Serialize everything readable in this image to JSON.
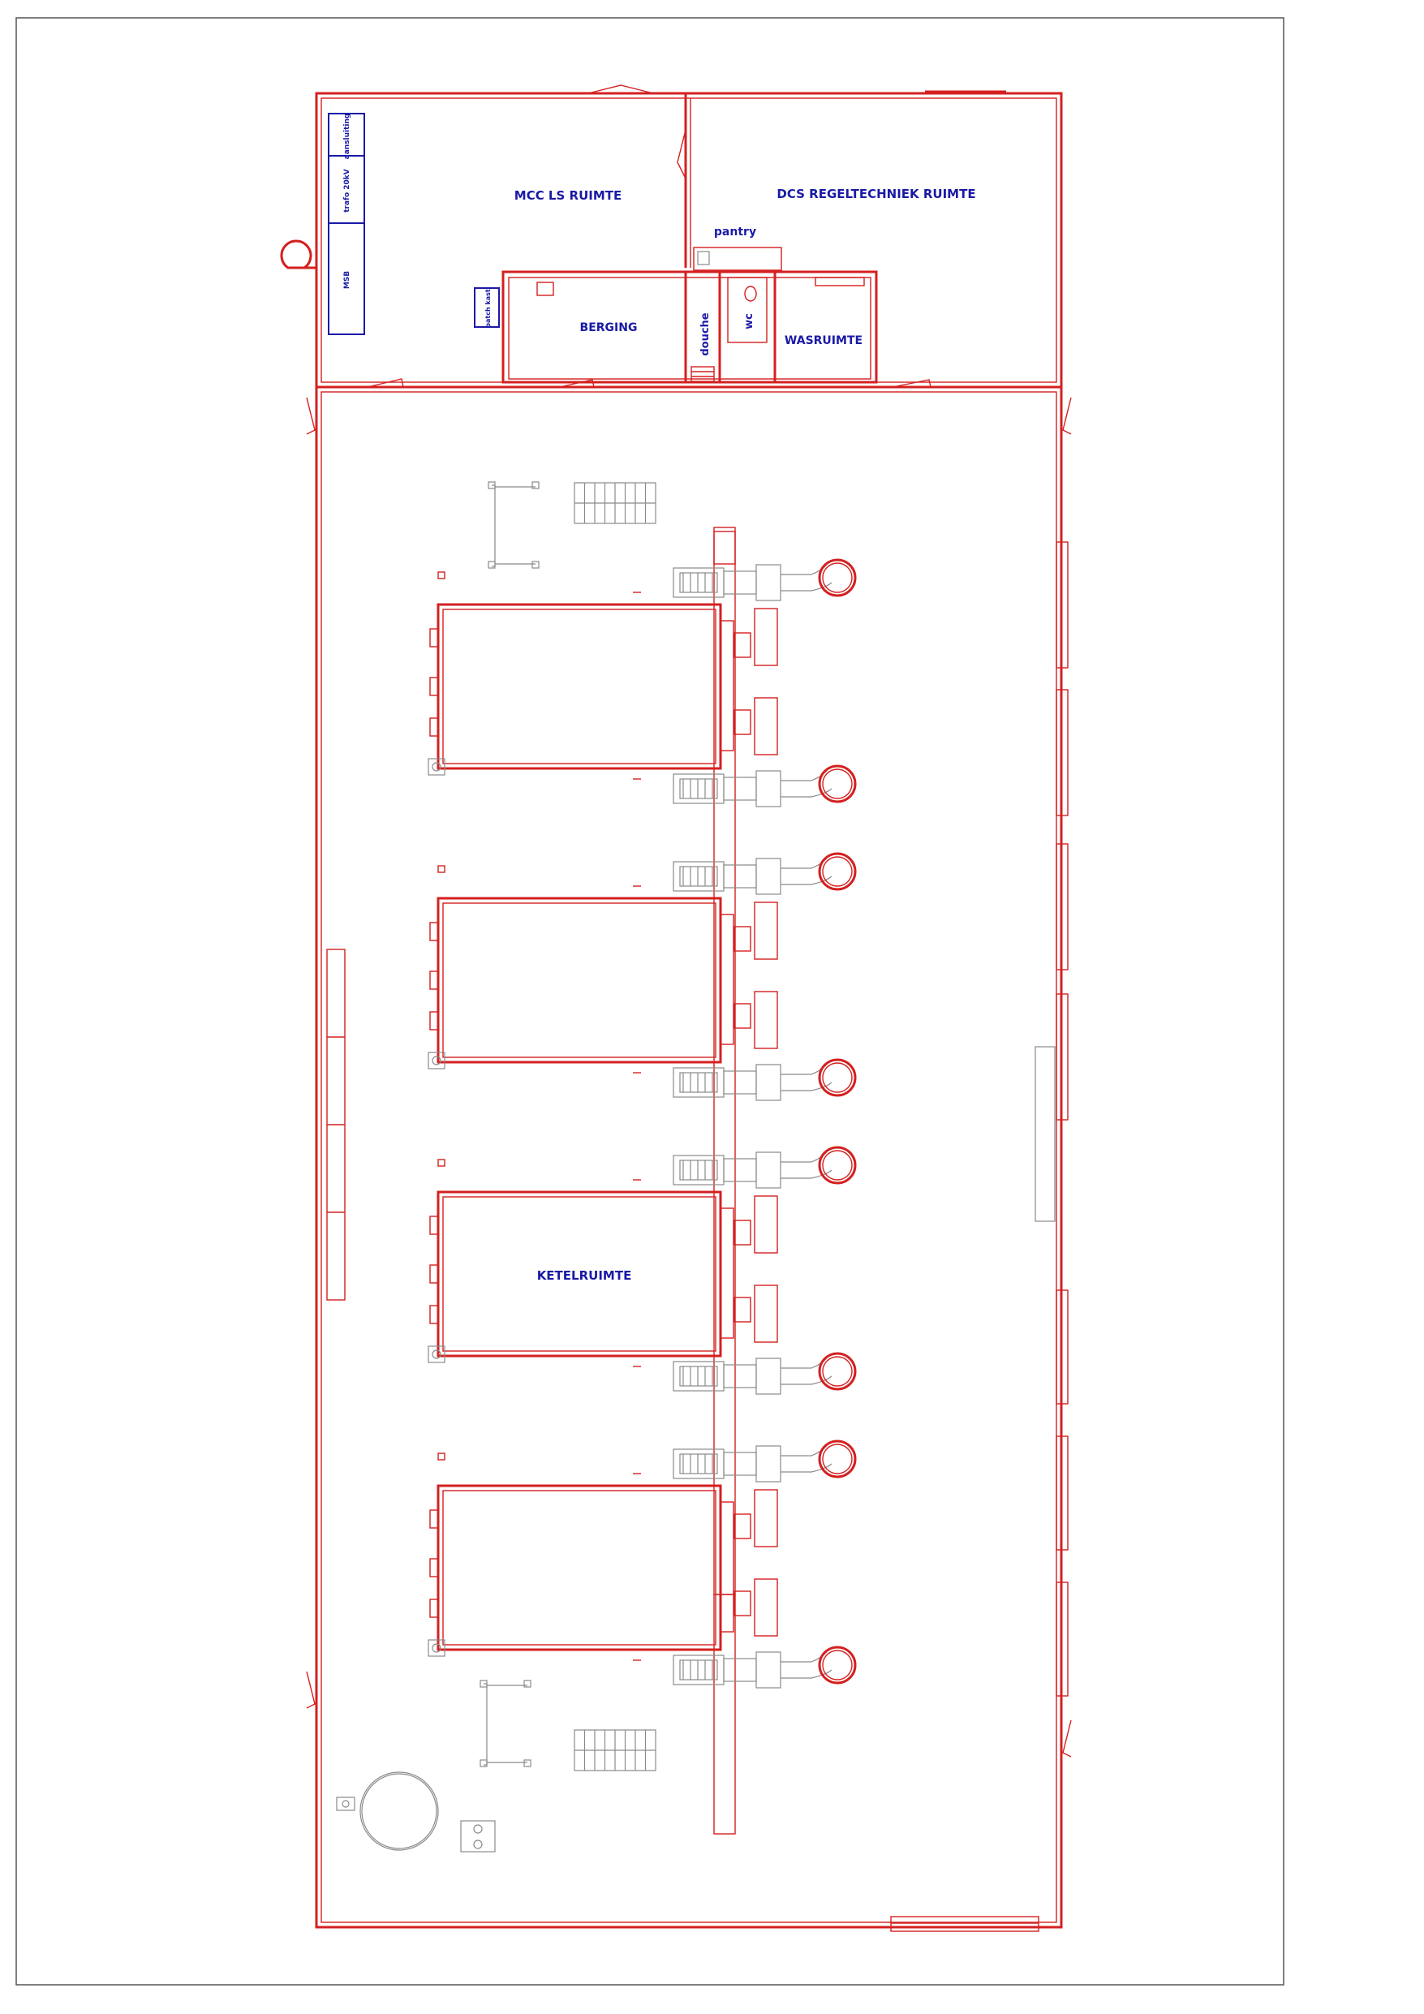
{
  "labels": {
    "mcc": "MCC LS RUIMTE",
    "dcs": "DCS REGELTECHNIEK RUIMTE",
    "pantry": "pantry",
    "berging": "BERGING",
    "douche": "douche",
    "wc": "wc",
    "wasruimte": "WASRUIMTE",
    "ketelruimte": "KETELRUIMTE",
    "cabinet_a": "MSB",
    "cabinet_b": "trafo 20kV",
    "cabinet_c": "aansluiting",
    "patch": "patch kast"
  },
  "boiler_units": 4,
  "colors": {
    "walls": "#d42020",
    "labels": "#1a1aa6",
    "equipment": "#8a8a8a"
  }
}
